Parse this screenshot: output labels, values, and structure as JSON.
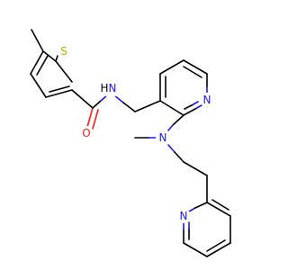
{
  "molecule": {
    "atom_labels": {
      "sulfur": "S",
      "amide_nitrogen_hydrogen": "H",
      "amide_nitrogen": "N",
      "carbonyl_oxygen": "O",
      "pyridine_nitrogen": "N",
      "amine_nitrogen": "N",
      "pyridyl_nitrogen": "N"
    },
    "colors": {
      "bond": "#000000",
      "nitrogen": "#1a1aff",
      "oxygen": "#ff1a1a",
      "sulfur": "#b5b500"
    }
  }
}
